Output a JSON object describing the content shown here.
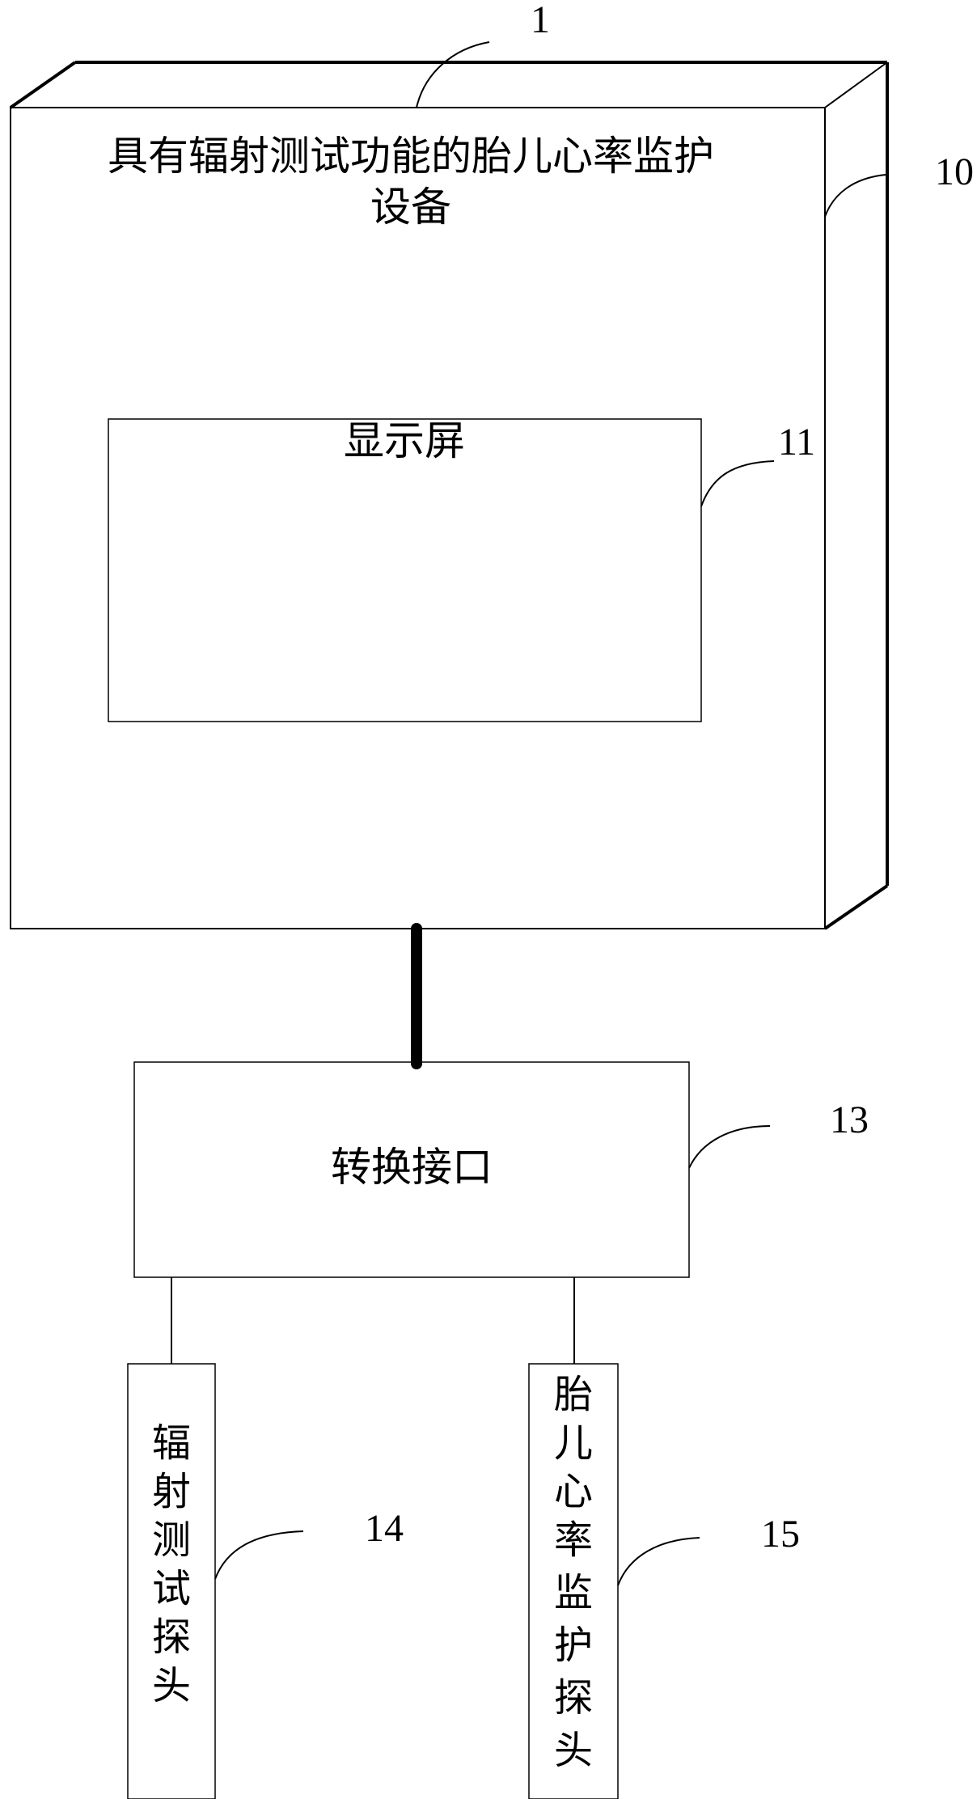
{
  "device": {
    "ref": "1",
    "title_line1": "具有辐射测试功能的胎儿心率监护",
    "title_line2": "设备",
    "body_ref": "10"
  },
  "display": {
    "label": "显示屏",
    "ref": "11"
  },
  "interface": {
    "label": "转换接口",
    "ref": "13"
  },
  "probe_radiation": {
    "chars": [
      "辐",
      "射",
      "测",
      "试",
      "探",
      "头"
    ],
    "ref": "14"
  },
  "probe_fetal": {
    "chars": [
      "胎",
      "儿",
      "心",
      "率",
      "监",
      "护",
      "探",
      "头"
    ],
    "ref": "15"
  }
}
